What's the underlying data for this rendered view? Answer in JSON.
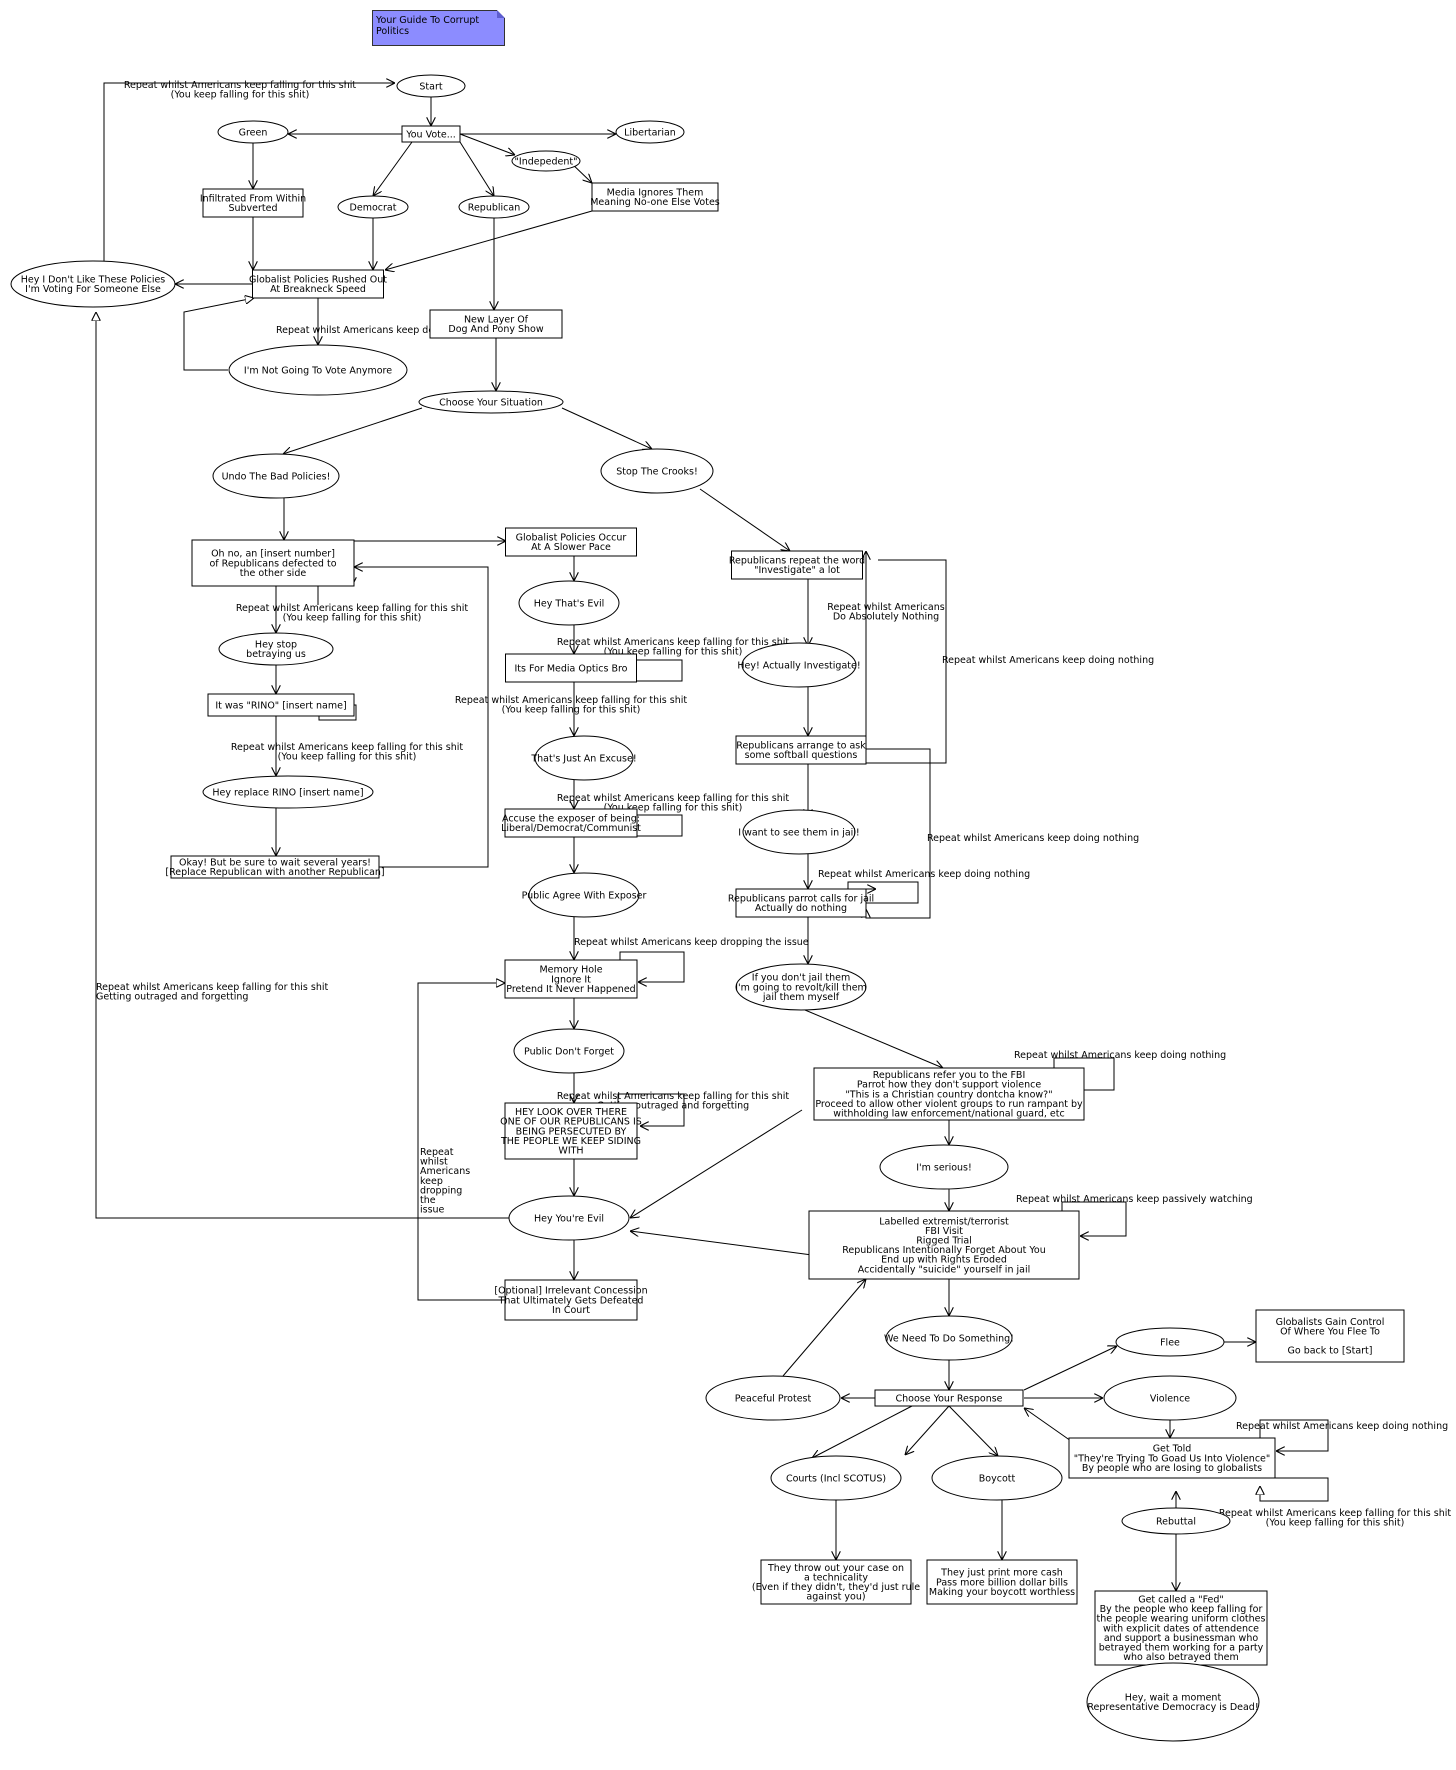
{
  "title": "Your Guide To Corrupt Politics",
  "nodes": {
    "start": "Start",
    "you_vote": "You Vote...",
    "green": "Green",
    "libertarian": "Libertarian",
    "independent": "\"Indepedent\"",
    "democrat": "Democrat",
    "republican": "Republican",
    "infiltrated": "Infiltrated From Within\nSubverted",
    "media_ignores": "Media Ignores Them\nMeaning No-one Else Votes",
    "globalist_rushed": "Globalist Policies Rushed Out\nAt Breakneck Speed",
    "dont_like": "Hey I Don't Like These Policies\nI'm Voting For Someone Else",
    "not_voting": "I'm Not Going To Vote Anymore",
    "new_layer": "New Layer Of\nDog And Pony Show",
    "choose_situation": "Choose Your Situation",
    "undo_policies": "Undo The Bad Policies!",
    "stop_crooks": "Stop The Crooks!",
    "defected": "Oh no, an [insert number]\nof Republicans defected to\nthe other side",
    "slower_pace": "Globalist Policies Occur\nAt A Slower Pace",
    "investigate_word": "Republicans repeat the word\n\"Investigate\" a lot",
    "hey_thats_evil": "Hey That's Evil",
    "hey_stop": "Hey stop\nbetraying us",
    "media_optics": "Its For Media Optics Bro",
    "actually_investigate": "Hey! Actually Investigate!",
    "rino": "It was \"RINO\" [insert name]",
    "softball": "Republicans arrange to ask\nsome softball questions",
    "just_excuse": "That's Just An Excuse!",
    "replace_rino": "Hey replace RINO [insert name]",
    "accuse_exposer": "Accuse the exposer of being:\nLiberal/Democrat/Communist",
    "see_jail": "I want to see them in jail!",
    "wait_years": "Okay! But be sure to wait several years!\n[Replace Republican with another Republican]",
    "public_agree": "Public Agree With Exposer",
    "parrot_calls": "Republicans parrot calls for jail\nActually do nothing",
    "memory_hole": "Memory Hole\nIgnore It\nPretend It Never Happened",
    "revolt": "If you don't jail them\nI'm going to revolt/kill them\njail them myself",
    "public_dont_forget": "Public Don't Forget",
    "refer_fbi": "Republicans refer you to the FBI\nParrot how they don't support violence\n\"This is a Christian country dontcha know?\"\nProceed to allow other violent groups to run rampant by\nwithholding law enforcement/national guard, etc",
    "persecuted": "HEY LOOK OVER THERE\nONE OF OUR REPUBLICANS IS\nBEING PERSECUTED BY\nTHE PEOPLE WE KEEP SIDING\nWITH",
    "im_serious": "I'm serious!",
    "hey_youre_evil": "Hey You're Evil",
    "labelled_extremist": "Labelled extremist/terrorist\nFBI Visit\nRigged Trial\nRepublicans Intentionally Forget About You\nEnd up with Rights Eroded\nAccidentally \"suicide\" yourself in jail",
    "concession": "[Optional] Irrelevant Concession\nThat Ultimately Gets Defeated\nIn Court",
    "need_do_something": "We Need To Do Something!",
    "flee": "Flee",
    "globalists_control": "Globalists Gain Control\nOf Where You Flee To\n\nGo back to [Start]",
    "peaceful_protest": "Peaceful Protest",
    "choose_response": "Choose Your Response",
    "violence": "Violence",
    "get_told": "Get Told\n\"They're Trying To Goad Us Into Violence\"\nBy people who are losing to globalists",
    "courts": "Courts (Incl SCOTUS)",
    "boycott": "Boycott",
    "rebuttal": "Rebuttal",
    "technicality": "They throw out your case on\na technicality\n(Even if they didn't, they'd just rule\nagainst you)",
    "print_cash": "They just print more cash\nPass more billion dollar bills\nMaking your boycott worthless",
    "called_fed": "Get called a \"Fed\"\nBy the people who keep falling for\nthe people wearing uniform clothes\nwith explicit dates of attendence\nand support a businessman who\nbetrayed them working for a party\nwho also betrayed them",
    "democracy_dead": "Hey, wait a moment\nRepresentative Democracy is Dead!"
  },
  "edge_labels": {
    "top_loop": "Repeat whilst Americans keep falling for this shit\n(You keep falling for this shit)",
    "doing_nothing_1": "Repeat whilst Americans keep doing nothing",
    "defect_loop": "Repeat whilst Americans keep falling for this shit\n(You keep falling for this shit)",
    "rino_loop": "Repeat whilst Americans keep falling for this shit\n(You keep falling for this shit)",
    "optics_loop": "Repeat whilst Americans keep falling for this shit\n(You keep falling for this shit)",
    "optics_loop_2": "Repeat whilst Americans keep falling for this shit\n(You keep falling for this shit)",
    "accuse_loop": "Repeat whilst Americans keep falling for this shit\n(You keep falling for this shit)",
    "dropping_issue": "Repeat whilst Americans keep dropping the issue",
    "outraged_loop": "Repeat whilst Americans keep falling for this shit\nGetting outraged and forgetting",
    "left_long_loop": "Repeat whilst Americans keep falling for this shit\nGetting outraged and forgetting",
    "vertical_dropping": "Repeat\nwhilst\nAmericans\nkeep\ndropping\nthe\nissue",
    "absolutely_nothing": "Repeat whilst Americans\nDo Absolutely Nothing",
    "doing_nothing_right": "Repeat whilst Americans keep doing nothing",
    "doing_nothing_softball": "Repeat whilst Americans keep doing nothing",
    "doing_nothing_parrot": "Repeat whilst Americans keep doing nothing",
    "doing_nothing_fbi": "Repeat whilst Americans keep doing nothing",
    "passively_watching": "Repeat whilst Americans keep passively watching",
    "doing_nothing_violence": "Repeat whilst Americans keep doing nothing",
    "falling_violence": "Repeat whilst Americans keep falling for this shit\n(You keep falling for this shit)"
  }
}
